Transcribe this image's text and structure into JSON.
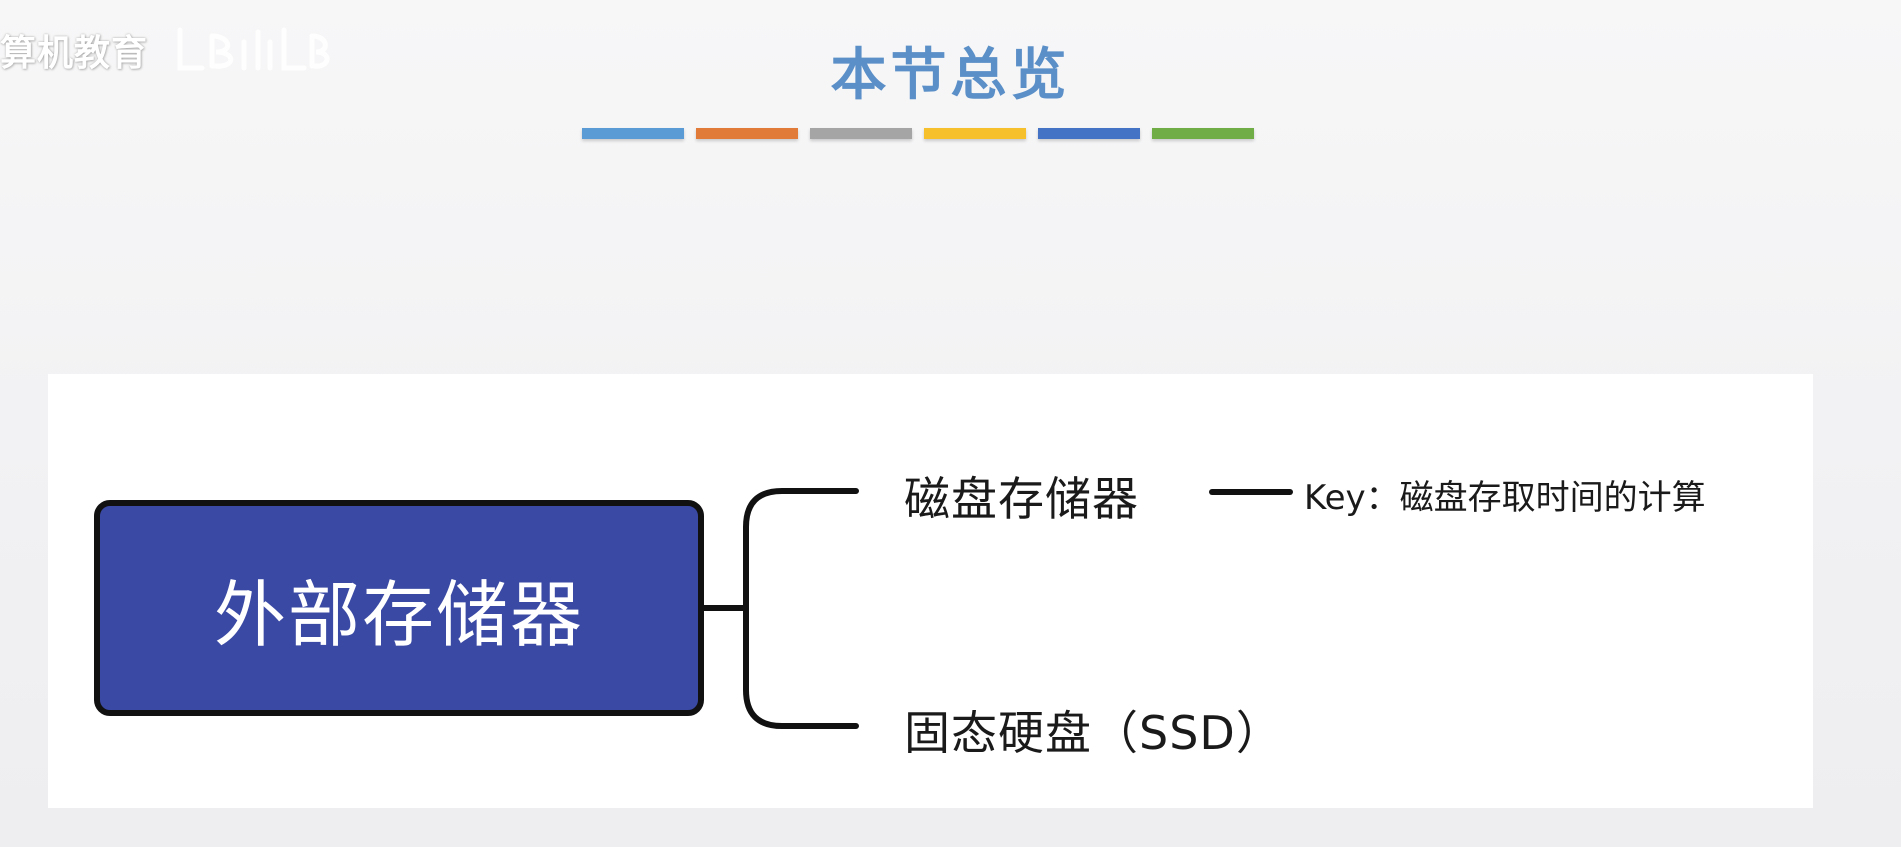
{
  "watermark": {
    "text": "算机教育"
  },
  "header": {
    "title": "本节总览",
    "title_color": "#5b8fc7"
  },
  "color_bars": [
    {
      "color": "#5b9bd5"
    },
    {
      "color": "#e07b39"
    },
    {
      "color": "#a5a5a5"
    },
    {
      "color": "#f5c02c"
    },
    {
      "color": "#4472c4"
    },
    {
      "color": "#70ad47"
    }
  ],
  "diagram": {
    "root_label": "外部存储器",
    "root_color": "#3a49a4",
    "branches": [
      {
        "label": "磁盘存储器",
        "note": "Key：磁盘存取时间的计算"
      },
      {
        "label": "固态硬盘（SSD）"
      }
    ]
  }
}
